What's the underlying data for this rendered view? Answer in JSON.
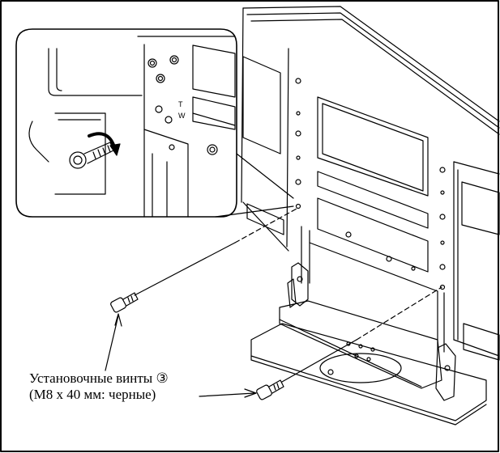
{
  "callout": {
    "label_t": "T",
    "label_w": "W"
  },
  "caption": {
    "line1": "Установочные винты ③",
    "line2": "(M8 x 40 мм: черные)"
  },
  "colors": {
    "line": "#000000",
    "background": "#ffffff"
  }
}
